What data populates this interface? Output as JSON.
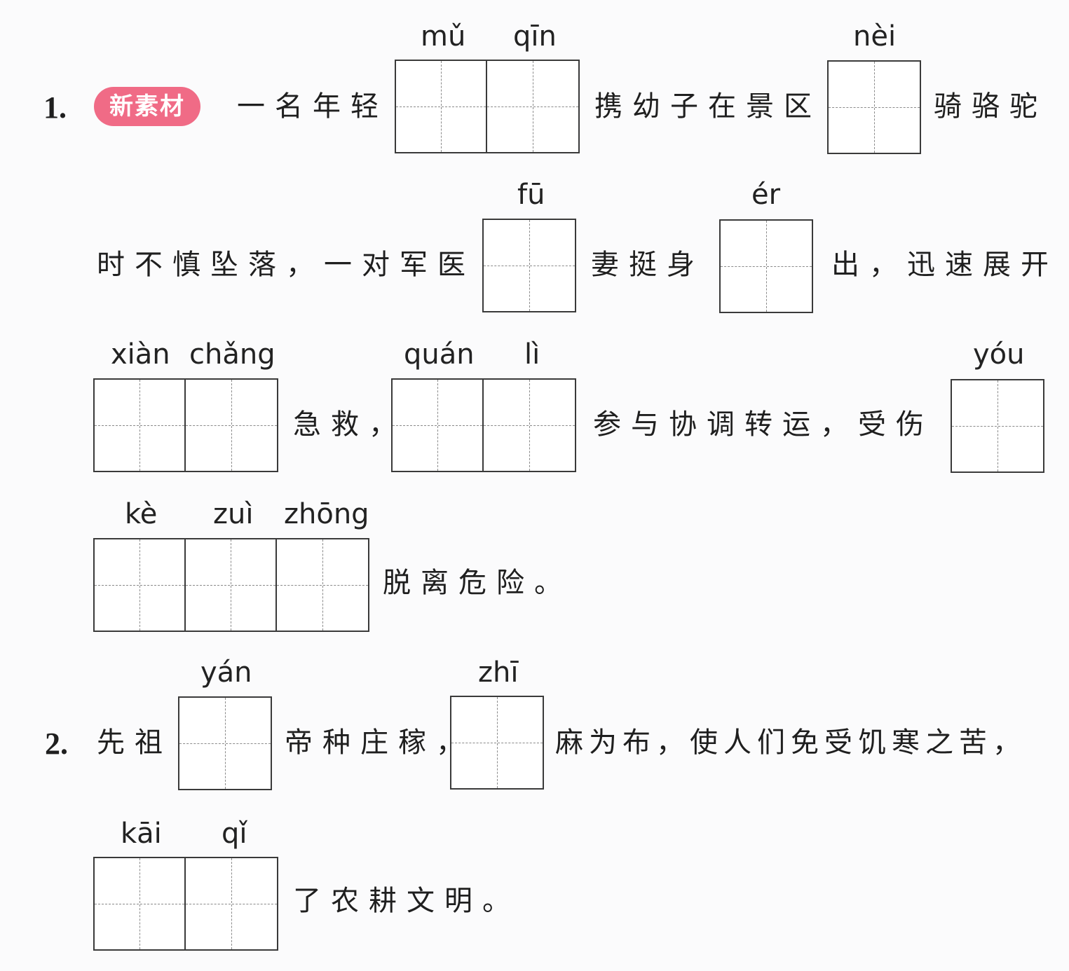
{
  "q1": {
    "number": "1.",
    "badge": "新素材",
    "line1": {
      "t1": "一名年轻",
      "py1": "mǔ",
      "py2": "qīn",
      "t2": "携幼子在景区",
      "py3": "nèi",
      "t3": "骑骆驼"
    },
    "line2": {
      "t1": "时不慎坠落，一对军医",
      "py1": "fū",
      "t2": "妻挺身",
      "py2": "ér",
      "t3": "出，迅速展开"
    },
    "line3": {
      "py1": "xiàn",
      "py2": "chǎng",
      "t1": "急救，",
      "py3": "quán",
      "py4": "lì",
      "t2": "参与协调转运，受伤",
      "py5": "yóu"
    },
    "line4": {
      "py1": "kè",
      "py2": "zuì",
      "py3": "zhōng",
      "t1": "脱离危险。"
    }
  },
  "q2": {
    "number": "2.",
    "line1": {
      "t1": "先祖",
      "py1": "yán",
      "t2": "帝种庄稼，",
      "py2": "zhī",
      "t3": "麻为布，使人们免受饥寒之苦，"
    },
    "line2": {
      "py1": "kāi",
      "py2": "qǐ",
      "t1": "了农耕文明。"
    }
  }
}
